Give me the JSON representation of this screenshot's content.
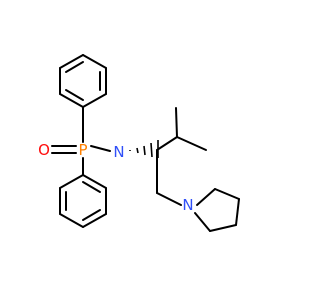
{
  "molecule": {
    "atoms": [
      {
        "symbol": "O",
        "color": "#ff0d0d"
      },
      {
        "symbol": "P",
        "color": "#ff8000"
      },
      {
        "symbol": "N",
        "color": "#3050f8"
      },
      {
        "symbol": "N",
        "color": "#3050f8"
      }
    ],
    "stereo_bond": "hashed-wedge"
  }
}
